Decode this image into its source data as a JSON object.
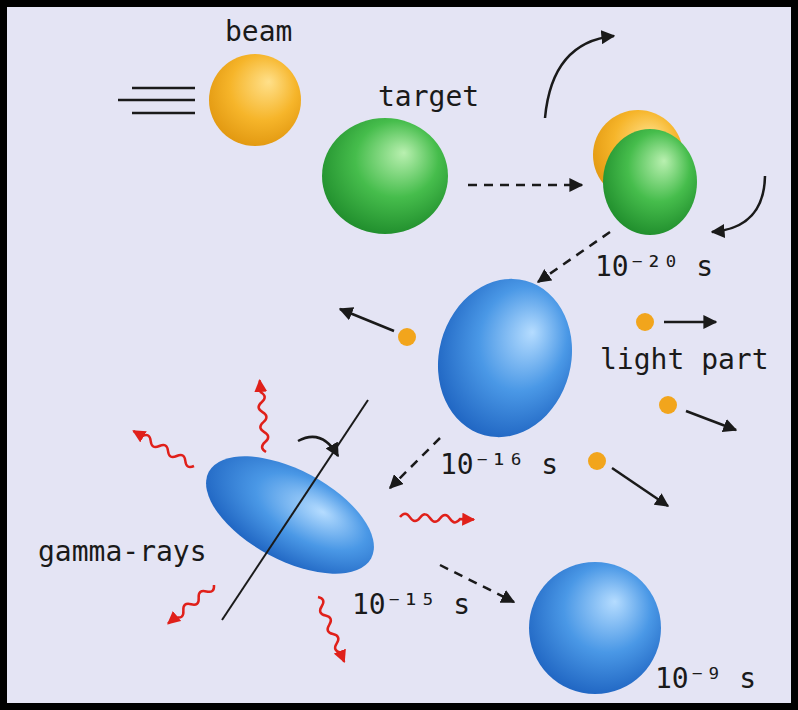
{
  "diagram": {
    "labels": [
      "beam",
      "target",
      "10⁻²⁰ s",
      "light part",
      "10⁻¹⁶ s",
      "gamma-rays",
      "10⁻¹⁵ s",
      "10⁻⁹ s"
    ]
  }
}
